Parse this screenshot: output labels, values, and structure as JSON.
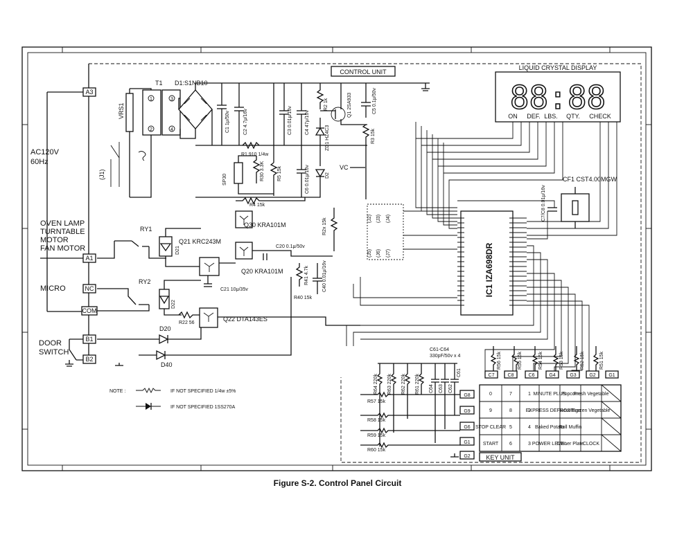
{
  "figure": {
    "caption": "Figure S-2. Control Panel Circuit"
  },
  "blocks": {
    "control_unit": "CONTROL UNIT",
    "lcd": "LIQUID CRYSTAL DISPLAY",
    "lcd_digits": "88:88",
    "lcd_indicators": [
      "ON",
      "DEF.",
      "LBS.",
      "QTY.",
      "CHECK"
    ],
    "key_unit": "KEY UNIT"
  },
  "power": {
    "supply": [
      "AC120V",
      "60Hz"
    ]
  },
  "connectors": {
    "a3": "A3",
    "a1": "A1",
    "nc": "NC",
    "com": "COM",
    "b1": "B1",
    "b2": "B2"
  },
  "loads": {
    "group": [
      "OVEN LAMP",
      "TURNTABLE",
      "MOTOR",
      "FAN MOTOR"
    ],
    "micro": "MICRO",
    "door_switch": [
      "DOOR",
      "SWITCH"
    ]
  },
  "components": {
    "t1": "T1",
    "d1": "D1:S1NB10",
    "vrs1": "VRS1",
    "j1": "(J1)",
    "c1": "C1 1μ/50v",
    "c2": "C2 4.7μ/16v",
    "c3": "C3 0.01μ/16v",
    "c4": "C4 47μ/10v",
    "c5": "C5 0.1μ/50v",
    "c6": "C6 0.01μ/16v",
    "r1": "R1 910 1/4w",
    "r30": "R30 3.3K",
    "r5": "R5 15k",
    "r4": "R4 15k",
    "r3": "R3 15k",
    "r2": "R2 1k",
    "q1": "Q1 2SA933",
    "zd1": "ZD1 HZ4C3",
    "d2": "D2",
    "vc": "VC",
    "sp": "SP30",
    "ry1": "RY1",
    "ry2": "RY2",
    "d21": "D21",
    "d22": "D22",
    "q21": "Q21 KRC243M",
    "q30": "Q30 KRA101M",
    "q20": "Q20 KRA101M",
    "c20": "C20 0.1μ/50v",
    "c21": "C21 10μ/35v",
    "r22": "R22 56",
    "q22": "Q22 DTA143ES",
    "d20": "D20",
    "d40": "D40",
    "r41": "R41 4.7k",
    "r40": "R40 15k",
    "c40": "C40 0.01μ/16v",
    "r2x": "R2x 15k",
    "ic1": "IC1 IZA698DR",
    "cf": "CF1 CST4.00MGW",
    "c7c8": "C7/C8 0.01μ/16v",
    "c61c64": [
      "C61-C64",
      "330pF/50v x 4"
    ],
    "r_series_top": [
      "R56 15k",
      "R55 15k",
      "R54 15k",
      "R53 15k",
      "R52 15k",
      "R51 15k"
    ],
    "r_series_left": [
      "R57 15k",
      "R58 15k",
      "R59 15k",
      "R60 15k"
    ],
    "r_vert": [
      "R64 220k",
      "R63 220k",
      "R62 220k",
      "R61 220k"
    ],
    "caps_vert": [
      "C64",
      "C63",
      "C62",
      "C61"
    ],
    "jumpers": [
      "(J2)",
      "(J3)",
      "(J4)",
      "(J5)",
      "(J6)",
      "(J7)"
    ]
  },
  "key_grid": {
    "col_heads": [
      "C7",
      "C8",
      "C6",
      "G4",
      "G3",
      "G2",
      "G1"
    ],
    "row_heads": [
      "G8",
      "G9",
      "G6",
      "G1",
      "G2"
    ],
    "rows": [
      [
        "0",
        "7",
        "1",
        "MINUTE PLUS",
        "Popcorn",
        "Fresh Vegetable"
      ],
      [
        "9",
        "8",
        "2",
        "EXPRESS DEFROST",
        "Beverage",
        "Frozen Vegetable"
      ],
      [
        "STOP CLEAR",
        "5",
        "4",
        "Baked Potato",
        "Roll Muffin",
        ""
      ],
      [
        "START",
        "6",
        "3",
        "POWER LEVEL",
        "Dinner Plate",
        "CLOCK"
      ]
    ]
  },
  "notes": {
    "note_label": "NOTE :",
    "note1": "IF NOT SPECIFIED  1/4w ±5%",
    "note2": "IF NOT SPECIFIED  1SS270A"
  }
}
